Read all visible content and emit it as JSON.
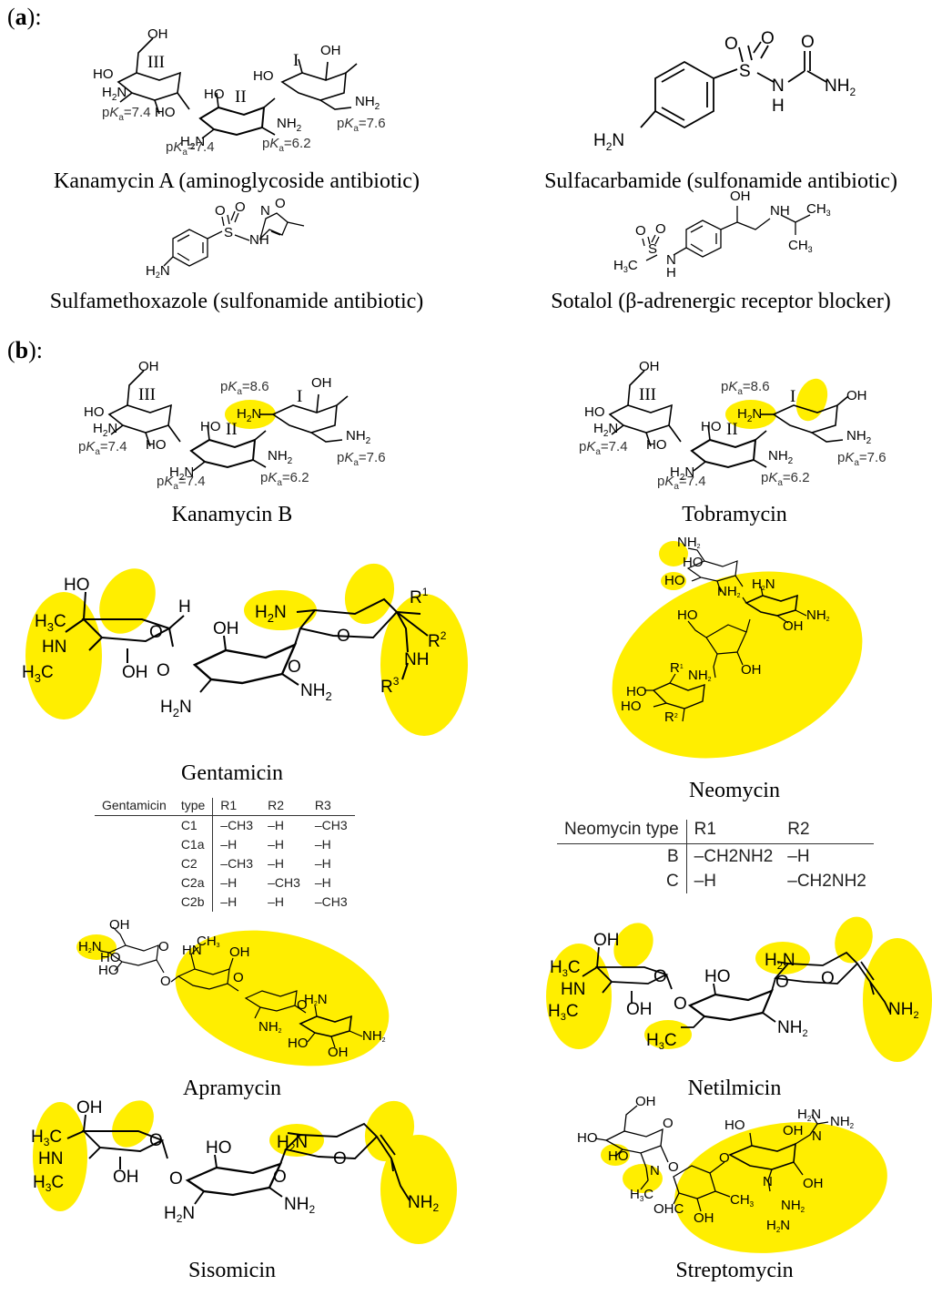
{
  "panel_a": {
    "label_letter": "a",
    "label_suffix": "):"
  },
  "panel_b": {
    "label_letter": "b",
    "label_suffix": "):"
  },
  "captions": {
    "kanamycin_a": "Kanamycin A (aminoglycoside antibiotic)",
    "sulfacarbamide": "Sulfacarbamide (sulfonamide antibiotic)",
    "sulfamethoxazole": "Sulfamethoxazole (sulfonamide antibiotic)",
    "sotalol": "Sotalol (β-adrenergic receptor blocker)",
    "kanamycin_b": "Kanamycin B",
    "tobramycin": "Tobramycin",
    "gentamicin": "Gentamicin",
    "neomycin": "Neomycin",
    "apramycin": "Apramycin",
    "netilmicin": "Netilmicin",
    "sisomicin": "Sisomicin",
    "streptomycin": "Streptomycin"
  },
  "labels": {
    "ring_1": "I",
    "ring_2": "II",
    "ring_3": "III",
    "oh": "OH",
    "ho": "HO",
    "nh2": "NH",
    "h2n": "H",
    "o": "O",
    "n": "N",
    "h": "H",
    "s": "S",
    "pka_74": "=7.4",
    "pka_76": "=7.6",
    "pka_62": "=6.2",
    "pka_86": "=8.6",
    "ch3": "CH",
    "h3c": "H",
    "r1": "R",
    "r2": "R",
    "r3": "R",
    "ohc": "OHC"
  },
  "gentamicin_table": {
    "headers": [
      "Gentamicin",
      "type",
      "R1",
      "R2",
      "R3"
    ],
    "rows": [
      {
        "type": "C1",
        "r1": "–CH3",
        "r2": "–H",
        "r3": "–CH3"
      },
      {
        "type": "C1a",
        "r1": "–H",
        "r2": "–H",
        "r3": "–H"
      },
      {
        "type": "C2",
        "r1": "–CH3",
        "r2": "–H",
        "r3": "–H"
      },
      {
        "type": "C2a",
        "r1": "–H",
        "r2": "–CH3",
        "r3": "–H"
      },
      {
        "type": "C2b",
        "r1": "–H",
        "r2": "–H",
        "r3": "–CH3"
      }
    ]
  },
  "neomycin_table": {
    "headers": [
      "Neomycin type",
      "R1",
      "R2"
    ],
    "rows": [
      {
        "type": "B",
        "r1": "–CH2NH2",
        "r2": "–H"
      },
      {
        "type": "C",
        "r1": "–H",
        "r2": "–CH2NH2"
      }
    ]
  },
  "colors": {
    "highlight": "#ffee00",
    "highlight_dark": "#f2d100",
    "bond": "#000000"
  }
}
